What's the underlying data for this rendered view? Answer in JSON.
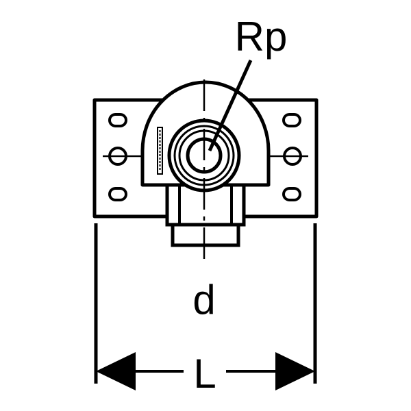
{
  "labels": {
    "thread": "Rp",
    "diameter": "d",
    "length": "L"
  },
  "colors": {
    "stroke": "#000000",
    "background": "#ffffff"
  }
}
